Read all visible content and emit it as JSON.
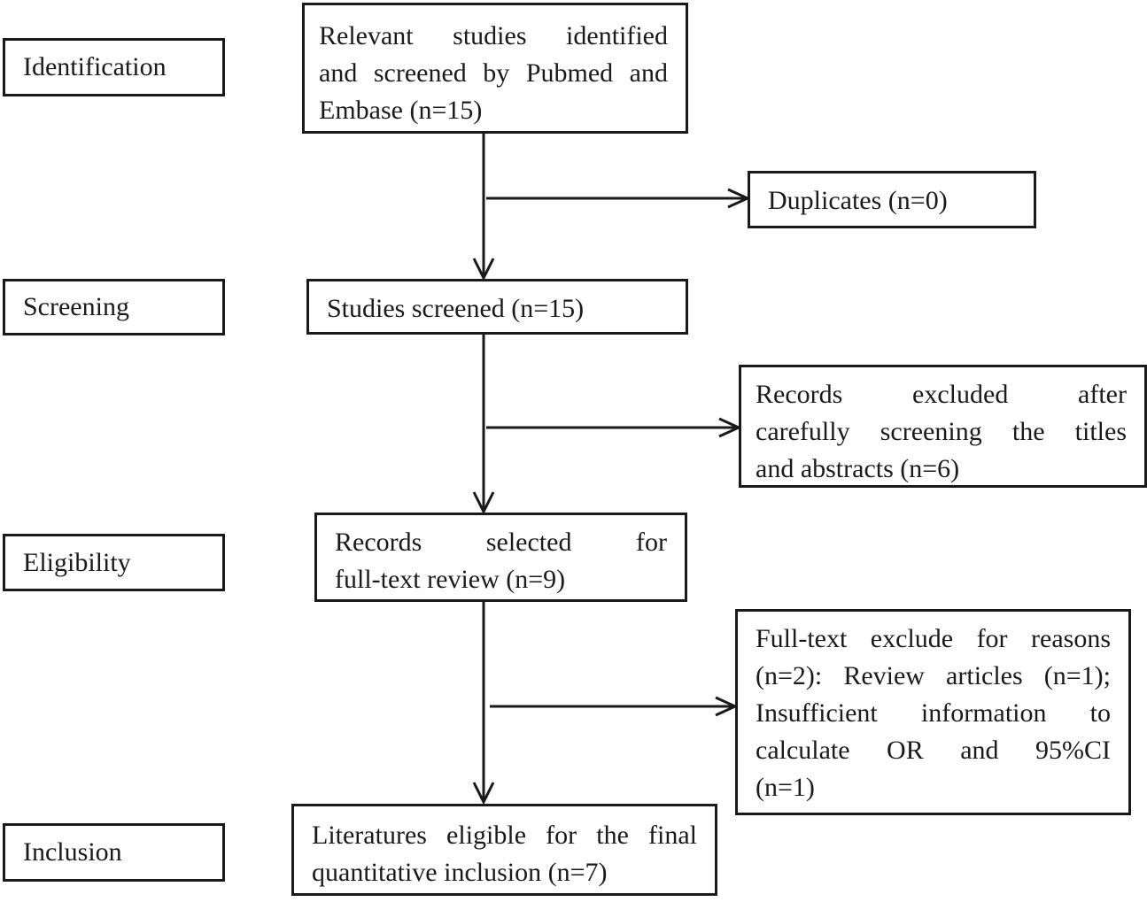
{
  "stages": {
    "identification": "Identification",
    "screening": "Screening",
    "eligibility": "Eligibility",
    "inclusion": "Inclusion"
  },
  "flow": {
    "identified": {
      "line1": "Relevant studies identified",
      "line2": "and screened by Pubmed and",
      "line3": "Embase (n=15)"
    },
    "duplicates": "Duplicates (n=0)",
    "screened": "Studies screened (n=15)",
    "excluded_titles": {
      "line1": "Records excluded after",
      "line2": "carefully screening the titles",
      "line3": "and abstracts (n=6)"
    },
    "fulltext_selected": {
      "line1": "Records selected for",
      "line2": "full-text review (n=9)"
    },
    "fulltext_excluded": {
      "line1": "Full-text exclude for reasons",
      "line2": "(n=2): Review articles (n=1);",
      "line3": "Insufficient information to",
      "line4": "calculate OR and 95%CI",
      "line5": "(n=1)"
    },
    "included": {
      "line1": "Literatures eligible for the final",
      "line2": "quantitative inclusion (n=7)"
    }
  }
}
